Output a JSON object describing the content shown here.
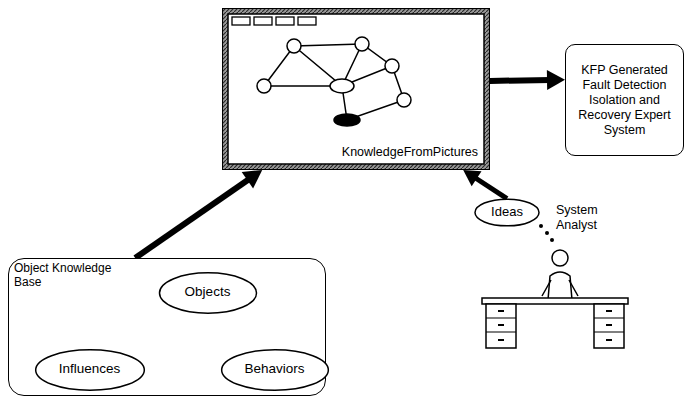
{
  "diagram": {
    "nodes": [
      {
        "text": [
          "Object Knowledge Base"
        ]
      },
      {
        "text": [
          "Objects"
        ],
        "in": 0
      },
      {
        "text": [
          "Influences"
        ],
        "in": 0
      },
      {
        "text": [
          "Behaviors"
        ],
        "in": 0
      },
      {
        "text": [
          "KnowledgeFromPictures"
        ]
      },
      {
        "text": [
          "KFP Generated Fault Detection Isolation and Recovery Expert System"
        ]
      },
      {
        "text": [
          "Ideas"
        ]
      }
    ],
    "edges": [
      {
        "from": 0,
        "to": 4,
        "arrow": "to"
      },
      {
        "from": 4,
        "to": 5,
        "arrow": "to"
      },
      {
        "from": 6,
        "to": 4,
        "arrow": "to"
      },
      {
        "from": 1,
        "to": 2,
        "arrow": "both"
      },
      {
        "from": 1,
        "to": 3,
        "arrow": "both"
      }
    ],
    "labels": [
      "System Analyst"
    ]
  }
}
